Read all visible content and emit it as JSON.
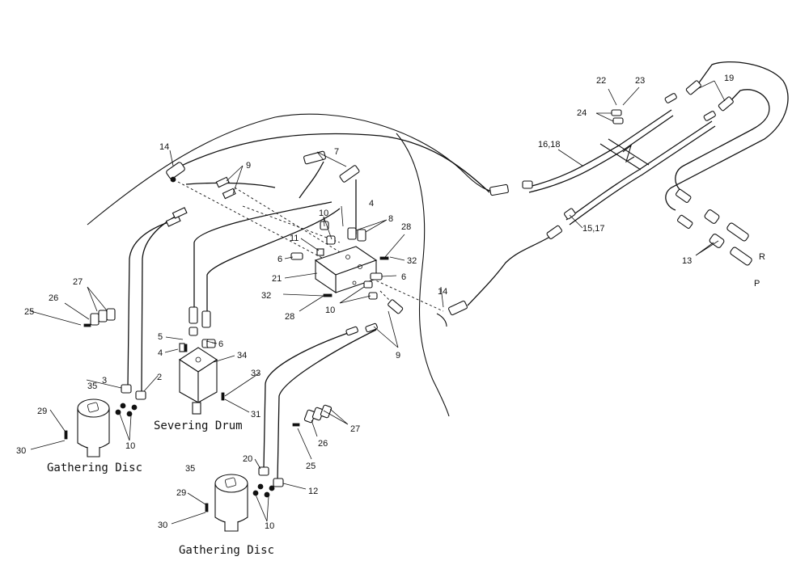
{
  "diagram": {
    "callouts": [
      {
        "id": "c1",
        "text": "22"
      },
      {
        "id": "c2",
        "text": "23"
      },
      {
        "id": "c3",
        "text": "19"
      },
      {
        "id": "c4",
        "text": "24"
      },
      {
        "id": "c5",
        "text": "16,18"
      },
      {
        "id": "c6",
        "text": "14"
      },
      {
        "id": "c7",
        "text": "7"
      },
      {
        "id": "c8",
        "text": "9"
      },
      {
        "id": "c9",
        "text": "4"
      },
      {
        "id": "c10",
        "text": "10"
      },
      {
        "id": "c11",
        "text": "8"
      },
      {
        "id": "c12",
        "text": "28"
      },
      {
        "id": "c13",
        "text": "11"
      },
      {
        "id": "c14",
        "text": "6"
      },
      {
        "id": "c15",
        "text": "32"
      },
      {
        "id": "c16",
        "text": "21"
      },
      {
        "id": "c17",
        "text": "6"
      },
      {
        "id": "c18",
        "text": "15,17"
      },
      {
        "id": "c19",
        "text": "13"
      },
      {
        "id": "c20",
        "text": "R"
      },
      {
        "id": "c21",
        "text": "P"
      },
      {
        "id": "c22",
        "text": "27"
      },
      {
        "id": "c23",
        "text": "26"
      },
      {
        "id": "c24",
        "text": "25"
      },
      {
        "id": "c25",
        "text": "32"
      },
      {
        "id": "c26",
        "text": "28"
      },
      {
        "id": "c27",
        "text": "10"
      },
      {
        "id": "c28",
        "text": "14"
      },
      {
        "id": "c29",
        "text": "5"
      },
      {
        "id": "c30",
        "text": "6"
      },
      {
        "id": "c31",
        "text": "4"
      },
      {
        "id": "c32",
        "text": "34"
      },
      {
        "id": "c33",
        "text": "9"
      },
      {
        "id": "c34",
        "text": "33"
      },
      {
        "id": "c35",
        "text": "35"
      },
      {
        "id": "c36",
        "text": "3"
      },
      {
        "id": "c37",
        "text": "2"
      },
      {
        "id": "c38",
        "text": "29"
      },
      {
        "id": "c39",
        "text": "31"
      },
      {
        "id": "c40",
        "text": "27"
      },
      {
        "id": "c41",
        "text": "26"
      },
      {
        "id": "c42",
        "text": "10"
      },
      {
        "id": "c43",
        "text": "30"
      },
      {
        "id": "c44",
        "text": "25"
      },
      {
        "id": "c45",
        "text": "20"
      },
      {
        "id": "c46",
        "text": "12"
      },
      {
        "id": "c47",
        "text": "35"
      },
      {
        "id": "c48",
        "text": "29"
      },
      {
        "id": "c49",
        "text": "30"
      },
      {
        "id": "c50",
        "text": "10"
      }
    ],
    "captions": {
      "severing_drum": "Severing Drum",
      "gathering_disc_left": "Gathering Disc",
      "gathering_disc_bottom": "Gathering Disc"
    }
  }
}
